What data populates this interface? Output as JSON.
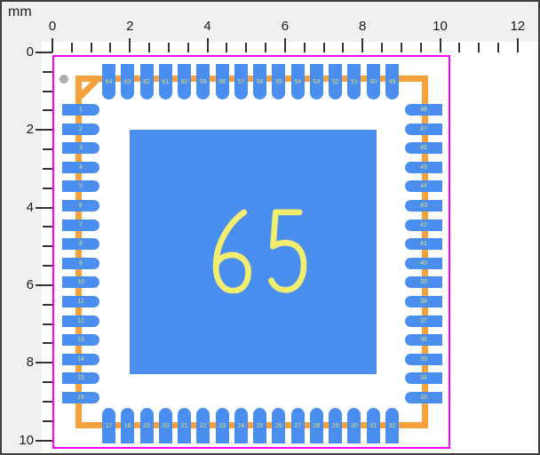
{
  "ruler": {
    "unit": "mm",
    "horizontal_labels": [
      "0",
      "2",
      "4",
      "6",
      "8",
      "10",
      "12"
    ],
    "vertical_labels": [
      "0",
      "2",
      "4",
      "6",
      "8",
      "10"
    ]
  },
  "footprint": {
    "center_pad_label": "65",
    "pads_top": [
      "64",
      "63",
      "62",
      "61",
      "60",
      "59",
      "58",
      "57",
      "56",
      "55",
      "54",
      "53",
      "52",
      "51",
      "50",
      "49"
    ],
    "pads_right": [
      "48",
      "47",
      "46",
      "45",
      "44",
      "43",
      "42",
      "41",
      "40",
      "39",
      "38",
      "37",
      "36",
      "35",
      "34",
      "33"
    ],
    "pads_bottom": [
      "17",
      "18",
      "19",
      "20",
      "21",
      "22",
      "23",
      "24",
      "25",
      "26",
      "27",
      "28",
      "29",
      "30",
      "31",
      "32"
    ],
    "pads_left": [
      "1",
      "2",
      "3",
      "4",
      "5",
      "6",
      "7",
      "8",
      "9",
      "10",
      "11",
      "12",
      "13",
      "14",
      "15",
      "16"
    ]
  },
  "colors": {
    "pad_blue": "#4a8ef0",
    "silkscreen_orange": "#f6a13b",
    "courtyard_magenta": "#ff00ff",
    "label_yellow": "#f1ed6e",
    "pad_number_yellow": "#e0df6f",
    "pin1_dot_gray": "#ababab"
  }
}
